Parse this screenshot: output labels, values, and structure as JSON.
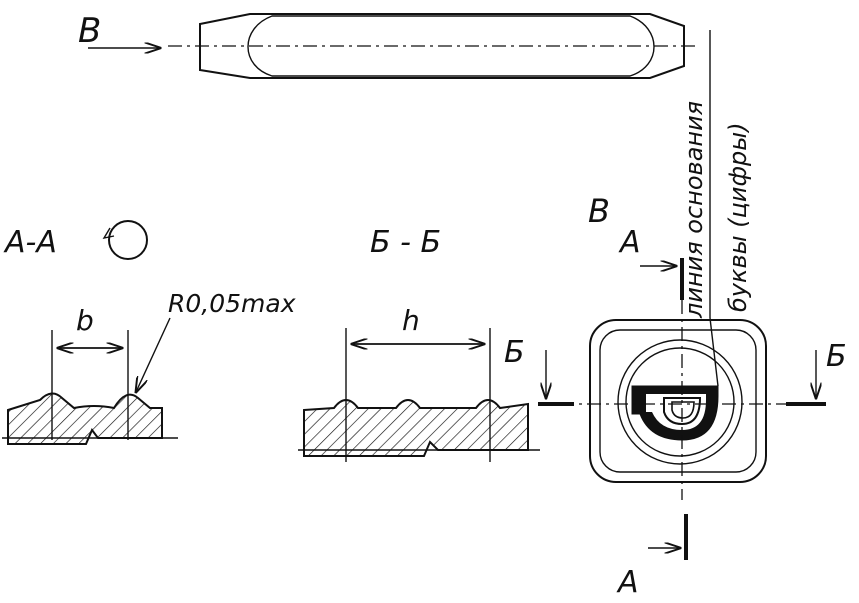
{
  "labels": {
    "view_b": "В",
    "section_aa": "А-А",
    "section_bb": "Б - Б",
    "dim_b": "b",
    "dim_h": "h",
    "radius": "R0,05max",
    "view_b_ref": "В",
    "cut_a_top": "А",
    "cut_a_bottom": "А",
    "cut_b_left": "Б",
    "cut_b_right": "Б",
    "baseline_note_line1": "линия основания",
    "baseline_note_line2": "буквы (цифры)"
  }
}
